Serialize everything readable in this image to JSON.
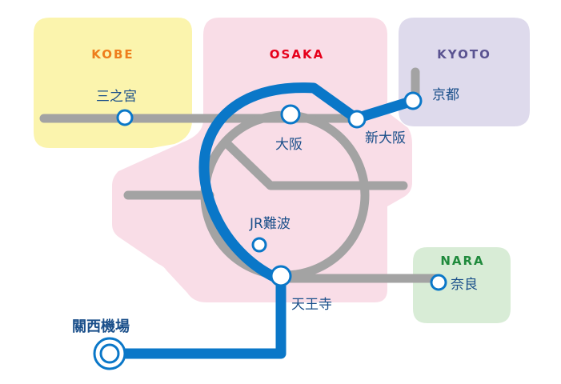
{
  "regions": {
    "kobe": {
      "label": "KOBE",
      "fill": "#fbf4ad",
      "label_color": "#ee7d1c"
    },
    "osaka": {
      "label": "OSAKA",
      "fill": "#f9dde7",
      "label_color": "#e6001b"
    },
    "kyoto": {
      "label": "KYOTO",
      "fill": "#dedaec",
      "label_color": "#5a5391"
    },
    "nara": {
      "label": "NARA",
      "fill": "#d8ecd6",
      "label_color": "#1f8a3c"
    }
  },
  "stations": {
    "sannomiya": "三之宮",
    "osaka": "大阪",
    "shin_osaka": "新大阪",
    "kyoto": "京都",
    "jr_namba": "JR難波",
    "tennoji": "天王寺",
    "nara": "奈良",
    "kansai_airport": "關西機場"
  },
  "colors": {
    "route_line": "#0a77c8",
    "rail_line": "#a3a3a3",
    "station_fill": "#ffffff",
    "station_stroke": "#0a77c8",
    "station_text": "#1a4f8a"
  }
}
